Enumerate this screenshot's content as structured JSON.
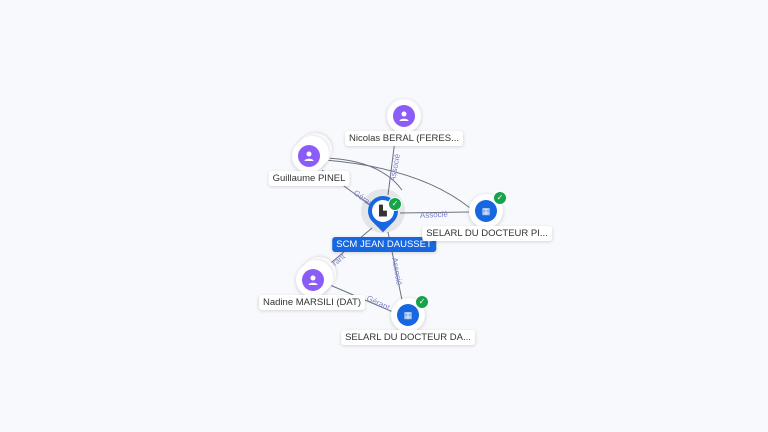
{
  "center": {
    "label": "SCM JEAN DAUSSET",
    "icon": "building-icon",
    "verified": true
  },
  "nodes": [
    {
      "label": "Nicolas BERAL (FERES...",
      "type": "person"
    },
    {
      "label": "Guillaume PINEL",
      "type": "person"
    },
    {
      "label": "SELARL DU DOCTEUR PI...",
      "type": "company",
      "verified": true
    },
    {
      "label": "Nadine MARSILI (DAT)",
      "type": "person"
    },
    {
      "label": "SELARL DU DOCTEUR DA...",
      "type": "company",
      "verified": true
    }
  ],
  "edges": {
    "associe": "Associé",
    "gerant": "Gérant"
  },
  "colors": {
    "person": "#8b5cf6",
    "company": "#1667e0",
    "verified": "#16a34a"
  }
}
